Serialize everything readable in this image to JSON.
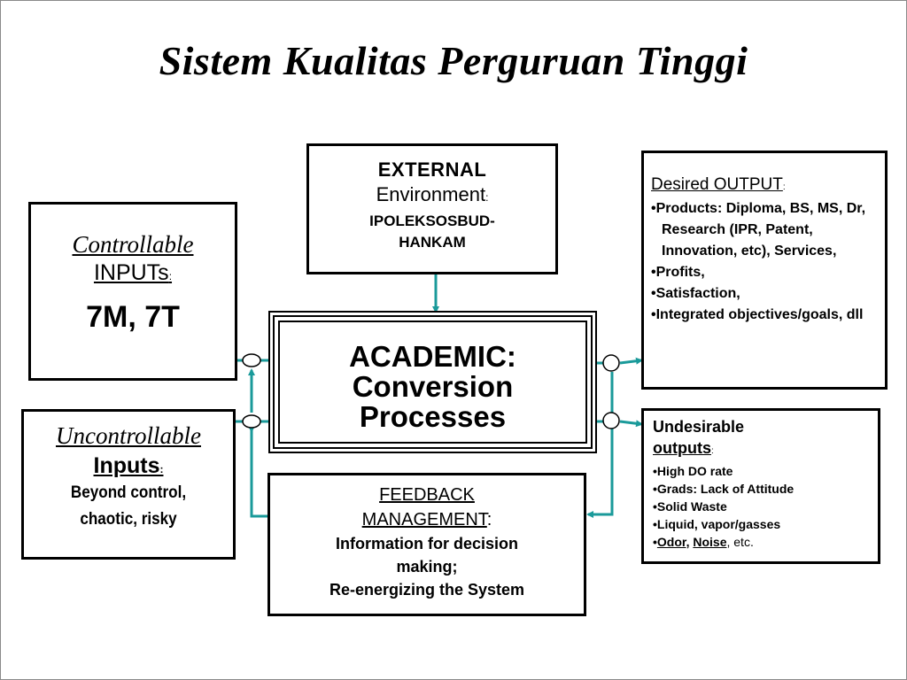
{
  "title": "Sistem Kualitas Perguruan Tinggi",
  "controllable": {
    "line1": "Controllable",
    "line2": "INPUTs",
    "suffix": ":",
    "value": "7M, 7T"
  },
  "uncontrollable": {
    "line1": "Uncontrollable",
    "line2": "Inputs",
    "suffix": ":",
    "line3": "Beyond control,",
    "line4": "chaotic, risky"
  },
  "external": {
    "line1": "EXTERNAL",
    "line2": "Environment",
    "suffix": ":",
    "line3": "IPOLEKSOSBUD-",
    "line4": "HANKAM"
  },
  "academic": {
    "line1": "ACADEMIC:",
    "line2": "Conversion",
    "line3": "Processes"
  },
  "feedback": {
    "line1": "FEEDBACK",
    "line2": "MANAGEMENT",
    "suffix": ":",
    "line3": "Information for decision",
    "line4": "making;",
    "line5": "Re-energizing the System"
  },
  "desired": {
    "heading": "Desired OUTPUT",
    "suffix": ":",
    "items": [
      "•Products: Diploma, BS, MS, Dr, Research (IPR, Patent, Innovation, etc), Services,",
      "•Profits,",
      "•Satisfaction,",
      "•Integrated objectives/goals, dll"
    ]
  },
  "undesirable": {
    "heading1": "Undesirable",
    "heading2": "outputs",
    "suffix": ":",
    "items": [
      "•High DO rate",
      "•Grads: Lack of Attitude",
      "•Solid Waste",
      "•Liquid, vapor/gasses"
    ],
    "last_bullet": "•",
    "last_u1": "Odor",
    "last_sep": ", ",
    "last_u2": "Noise",
    "last_rest": ", etc."
  },
  "colors": {
    "connector": "#1a9a9a",
    "border": "#000000"
  }
}
